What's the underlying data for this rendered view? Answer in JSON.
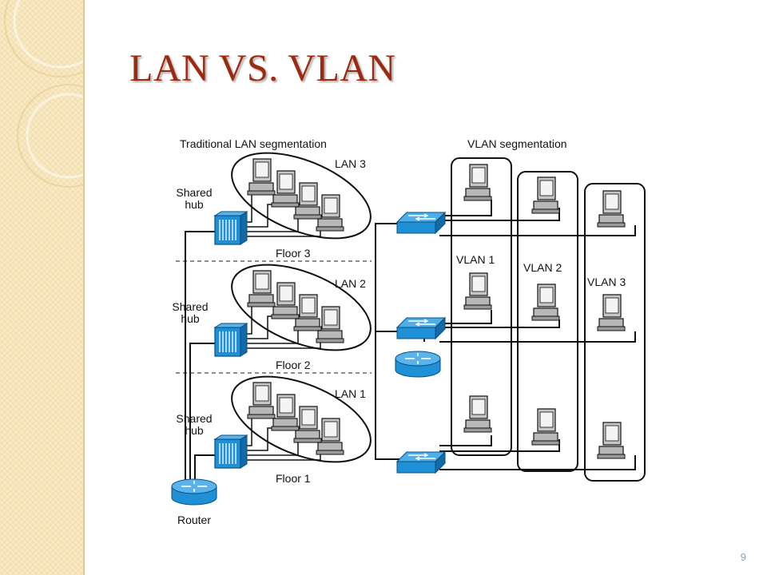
{
  "slide": {
    "title": "LAN VS. VLAN",
    "page_number": "9"
  },
  "diagram": {
    "left_heading": "Traditional LAN segmentation",
    "right_heading": "VLAN segmentation",
    "lan_labels": [
      "LAN 3",
      "LAN 2",
      "LAN 1"
    ],
    "hub_labels": [
      [
        "Shared",
        "hub"
      ],
      [
        "Shared",
        "hub"
      ],
      [
        "Shared",
        "hub"
      ]
    ],
    "floor_labels": [
      "Floor 3",
      "Floor 2",
      "Floor 1"
    ],
    "vlan_labels": [
      "VLAN 1",
      "VLAN 2",
      "VLAN 3"
    ],
    "router_label": "Router"
  },
  "colors": {
    "title": "#9c2a10",
    "device_blue": "#1f8fd6",
    "sidebar": "#f4dfae"
  }
}
